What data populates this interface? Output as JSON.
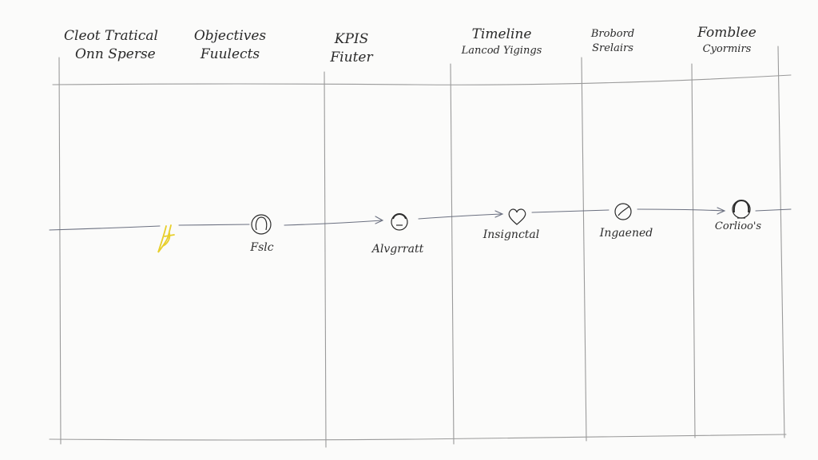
{
  "accent_color": "#e8cf2c",
  "ink_color": "#2b2b2b",
  "arrow_color": "#6b7080",
  "columns": [
    {
      "line1": "Cleot Tratical",
      "line2": "Onn Sperse"
    },
    {
      "line1": "Objectives",
      "line2": "Fuulects"
    },
    {
      "line1": "KPIS",
      "line2": "Fiuter"
    },
    {
      "line1": "Timeline",
      "line2": "Lancod Yigings"
    },
    {
      "line1": "Brobord",
      "line2": "Srelairs"
    },
    {
      "line1": "Fomblee",
      "line2": "Cyormirs"
    }
  ],
  "nodes": [
    {
      "icon": "yellow-scribble-icon",
      "label": ""
    },
    {
      "icon": "person-circle-icon",
      "label": "Fslc"
    },
    {
      "icon": "face-icon",
      "label": "Alvgrratt"
    },
    {
      "icon": "heart-icon",
      "label": "Insignctal"
    },
    {
      "icon": "circle-face-icon",
      "label": "Ingaened"
    },
    {
      "icon": "avatar-face-icon",
      "label": "Corlioo's"
    }
  ]
}
